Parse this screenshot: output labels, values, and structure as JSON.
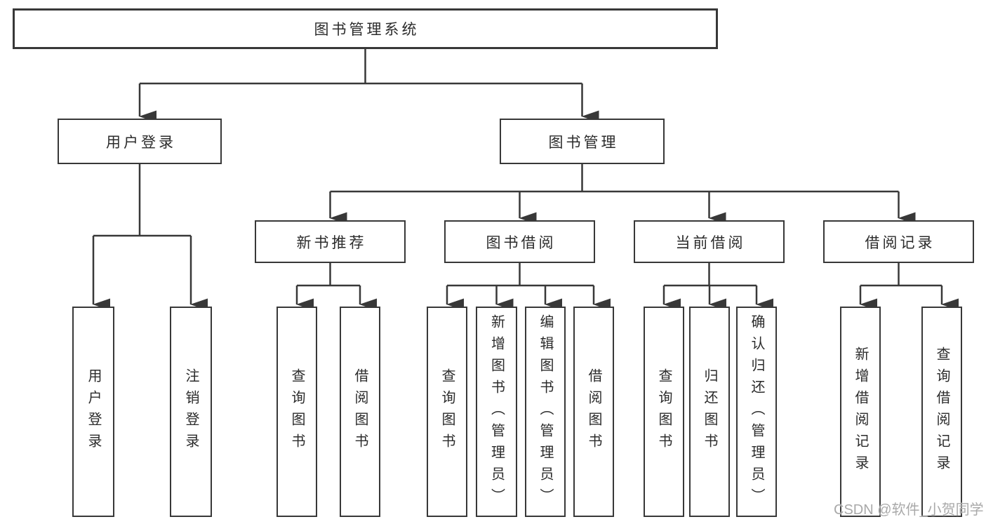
{
  "diagram_title": "图书管理系统",
  "colors": {
    "line": "#383838",
    "box_border": "#383838",
    "text": "#2b2b2b",
    "watermark": "#a9a9a9",
    "background": "#ffffff"
  },
  "tree": {
    "label": "图书管理系统",
    "children": [
      {
        "label": "用户登录",
        "children": [
          {
            "label": "用户登录"
          },
          {
            "label": "注销登录"
          }
        ]
      },
      {
        "label": "图书管理",
        "children": [
          {
            "label": "新书推荐",
            "children": [
              {
                "label": "查询图书"
              },
              {
                "label": "借阅图书"
              }
            ]
          },
          {
            "label": "图书借阅",
            "children": [
              {
                "label": "查询图书"
              },
              {
                "label": "新增图书（管理员）"
              },
              {
                "label": "编辑图书（管理员）"
              },
              {
                "label": "借阅图书"
              }
            ]
          },
          {
            "label": "当前借阅",
            "children": [
              {
                "label": "查询图书"
              },
              {
                "label": "归还图书"
              },
              {
                "label": "确认归还（管理员）"
              }
            ]
          },
          {
            "label": "借阅记录",
            "children": [
              {
                "label": "新增借阅记录"
              },
              {
                "label": "查询借阅记录"
              }
            ]
          }
        ]
      }
    ]
  },
  "watermark": "CSDN @软件_小贺同学"
}
